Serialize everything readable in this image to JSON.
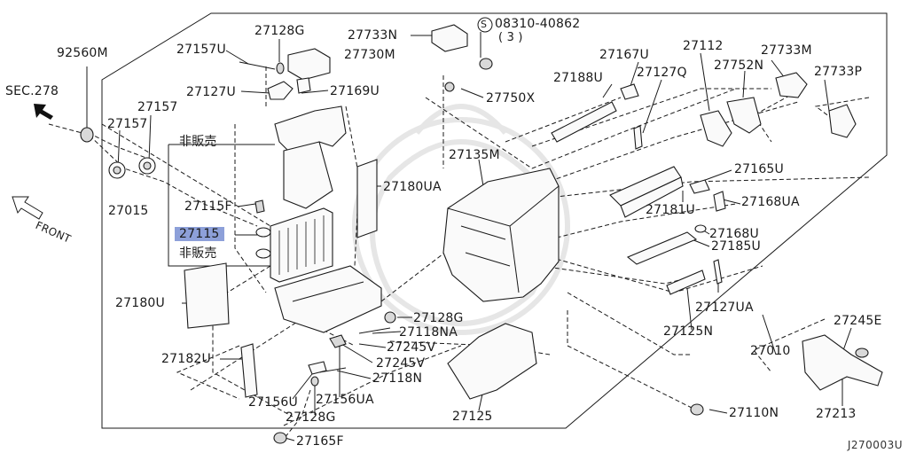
{
  "section_ref": "SEC.278",
  "front_label": "FRONT",
  "not_for_sale_1": "非販売",
  "not_for_sale_2": "非販売",
  "special_part": {
    "number": "08310-40862",
    "qty": "( 3 )",
    "symbol": "S"
  },
  "drawing_code": "J270003U",
  "highlight_color": "#8da0d9",
  "parts": {
    "p92560M": "92560M",
    "p27157U": "27157U",
    "p27128G_top": "27128G",
    "p27733N": "27733N",
    "p27730M": "27730M",
    "p27127U": "27127U",
    "p27169U": "27169U",
    "p27157_a": "27157",
    "p27157_b": "27157",
    "p27167U": "27167U",
    "p27112": "27112",
    "p27733M": "27733M",
    "p27188U": "27188U",
    "p27127Q": "27127Q",
    "p27752N": "27752N",
    "p27733P": "27733P",
    "p27750X": "27750X",
    "p27135M": "27135M",
    "p27180UA": "27180UA",
    "p27015": "27015",
    "p27115F": "27115F",
    "p27115": "27115",
    "p27165U": "27165U",
    "p27181U": "27181U",
    "p27168UA": "27168UA",
    "p27168U": "27168U",
    "p27185U": "27185U",
    "p27180U": "27180U",
    "p27128G_mid": "27128G",
    "p27118NA": "27118NA",
    "p27127UA": "27127UA",
    "p27245V_a": "27245V",
    "p27245V_b": "27245V",
    "p27125N": "27125N",
    "p27182U": "27182U",
    "p27118N": "27118N",
    "p27010": "27010",
    "p27245E": "27245E",
    "p27156U": "27156U",
    "p27156UA": "27156UA",
    "p27128G_bot": "27128G",
    "p27125": "27125",
    "p27110N": "27110N",
    "p27213": "27213",
    "p27165F": "27165F"
  }
}
